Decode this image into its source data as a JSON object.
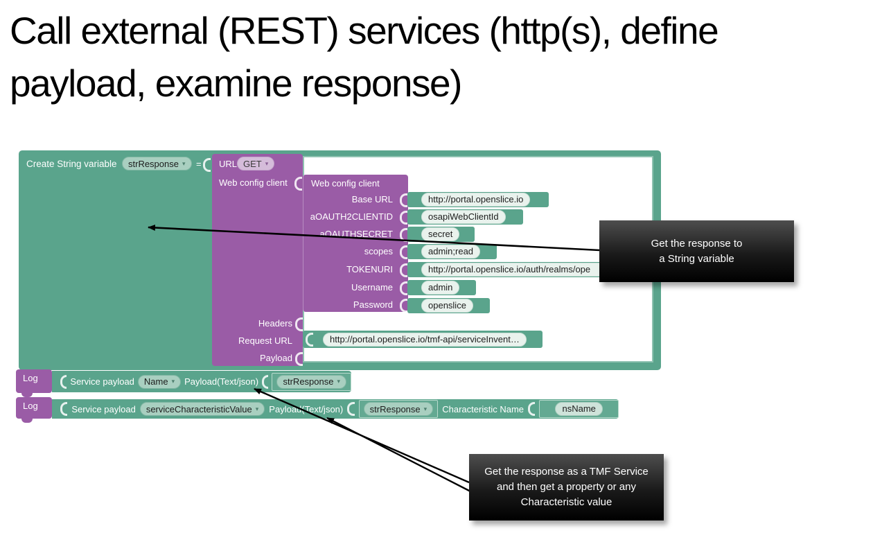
{
  "title": {
    "line1": "Call external (REST) services (http(s), define",
    "line2": "payload, examine response)"
  },
  "icons": {
    "dropdown_arrow": "▾"
  },
  "colors": {
    "teal_block": "#5AA48C",
    "purple_block": "#9A5CA6",
    "teal_dropdown_pill": "#A9CFC0",
    "purple_dropdown_pill": "#D5BCDA",
    "text_field_pill": "#E9F2ED",
    "callout_background": "#000000",
    "callout_text": "#FFFFFF"
  },
  "blocks": {
    "create": {
      "label": "Create String variable",
      "variable": "strResponse",
      "equals": "="
    },
    "url": {
      "label": "URL",
      "method": "GET",
      "client_label": "Web config client",
      "headers_label": "Headers",
      "request_url_label": "Request URL",
      "payload_label": "Payload"
    },
    "web_config": {
      "title": "Web config client",
      "fields": [
        {
          "label": "Base URL",
          "value": "http://portal.openslice.io"
        },
        {
          "label": "aOAUTH2CLIENTID",
          "value": "osapiWebClientId"
        },
        {
          "label": "aOAUTHSECRET",
          "value": "secret"
        },
        {
          "label": "scopes",
          "value": "admin;read"
        },
        {
          "label": "TOKENURI",
          "value": "http://portal.openslice.io/auth/realms/ope"
        },
        {
          "label": "Username",
          "value": "admin"
        },
        {
          "label": "Password",
          "value": "openslice"
        }
      ]
    },
    "request_url_value": "http://portal.openslice.io/tmf-api/serviceInvent…",
    "logs": [
      {
        "tab": "Log",
        "prefix": "Service payload",
        "selector": "Name",
        "payload_label": "Payload(Text/json)",
        "payload_value": "strResponse"
      },
      {
        "tab": "Log",
        "prefix": "Service payload",
        "selector": "serviceCharacteristicValue",
        "payload_label": "Payload(Text/json)",
        "payload_value": "strResponse",
        "char_label": "Characteristic Name",
        "char_value": "nsName"
      }
    ]
  },
  "callouts": [
    {
      "text": "Get the response to\na String variable"
    },
    {
      "text": "Get the response as a TMF Service\nand then get a property or any\nCharacteristic value"
    }
  ]
}
